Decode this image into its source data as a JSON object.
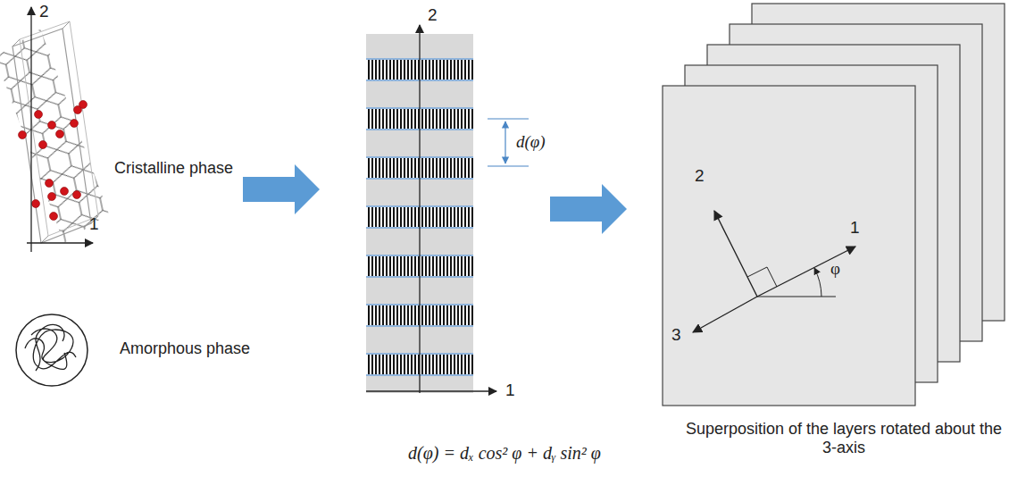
{
  "diagram": {
    "labels": [
      "2",
      "1",
      "Cristalline phase",
      "Amorphous phase",
      "2",
      "1",
      "d(φ)",
      "2",
      "1",
      "3",
      "φ",
      "Superposition of the layers rotated about the 3-axis",
      "d(φ) = dₓ cos² φ + dᵧ sin² φ"
    ]
  }
}
